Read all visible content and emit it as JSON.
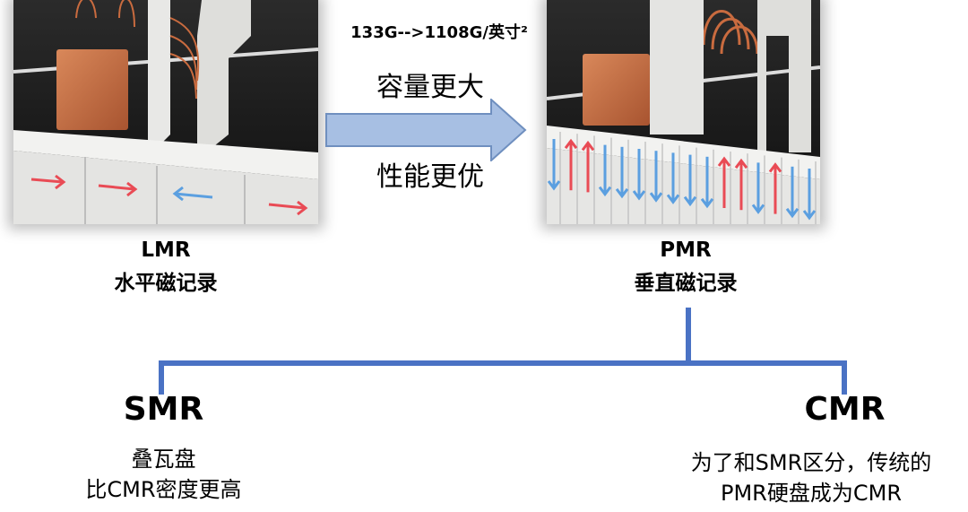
{
  "left_panel": {
    "acronym": "LMR",
    "name": "水平磁记录"
  },
  "right_panel": {
    "acronym": "PMR",
    "name": "垂直磁记录"
  },
  "transition": {
    "density": "133G-->1108G/英寸²",
    "benefit_top": "容量更大",
    "benefit_bottom": "性能更优"
  },
  "tree": {
    "left_child": {
      "title": "SMR",
      "line1": "叠瓦盘",
      "line2": "比CMR密度更高"
    },
    "right_child": {
      "title": "CMR",
      "line1": "为了和SMR区分，传统的",
      "line2": "PMR硬盘成为CMR"
    }
  },
  "colors": {
    "tree_line": "#4a72c4",
    "arrow_fill": "#a7bfe3",
    "arrow_stroke": "#6f8fbf",
    "red_arrow": "#e94b55",
    "blue_arrow": "#5b9fe0",
    "copper": "#c96b3f"
  },
  "icons": {
    "lmr_illustration": "horizontal-magnetic-recording-illustration",
    "pmr_illustration": "perpendicular-magnetic-recording-illustration",
    "transition_arrow": "right-arrow-icon"
  }
}
